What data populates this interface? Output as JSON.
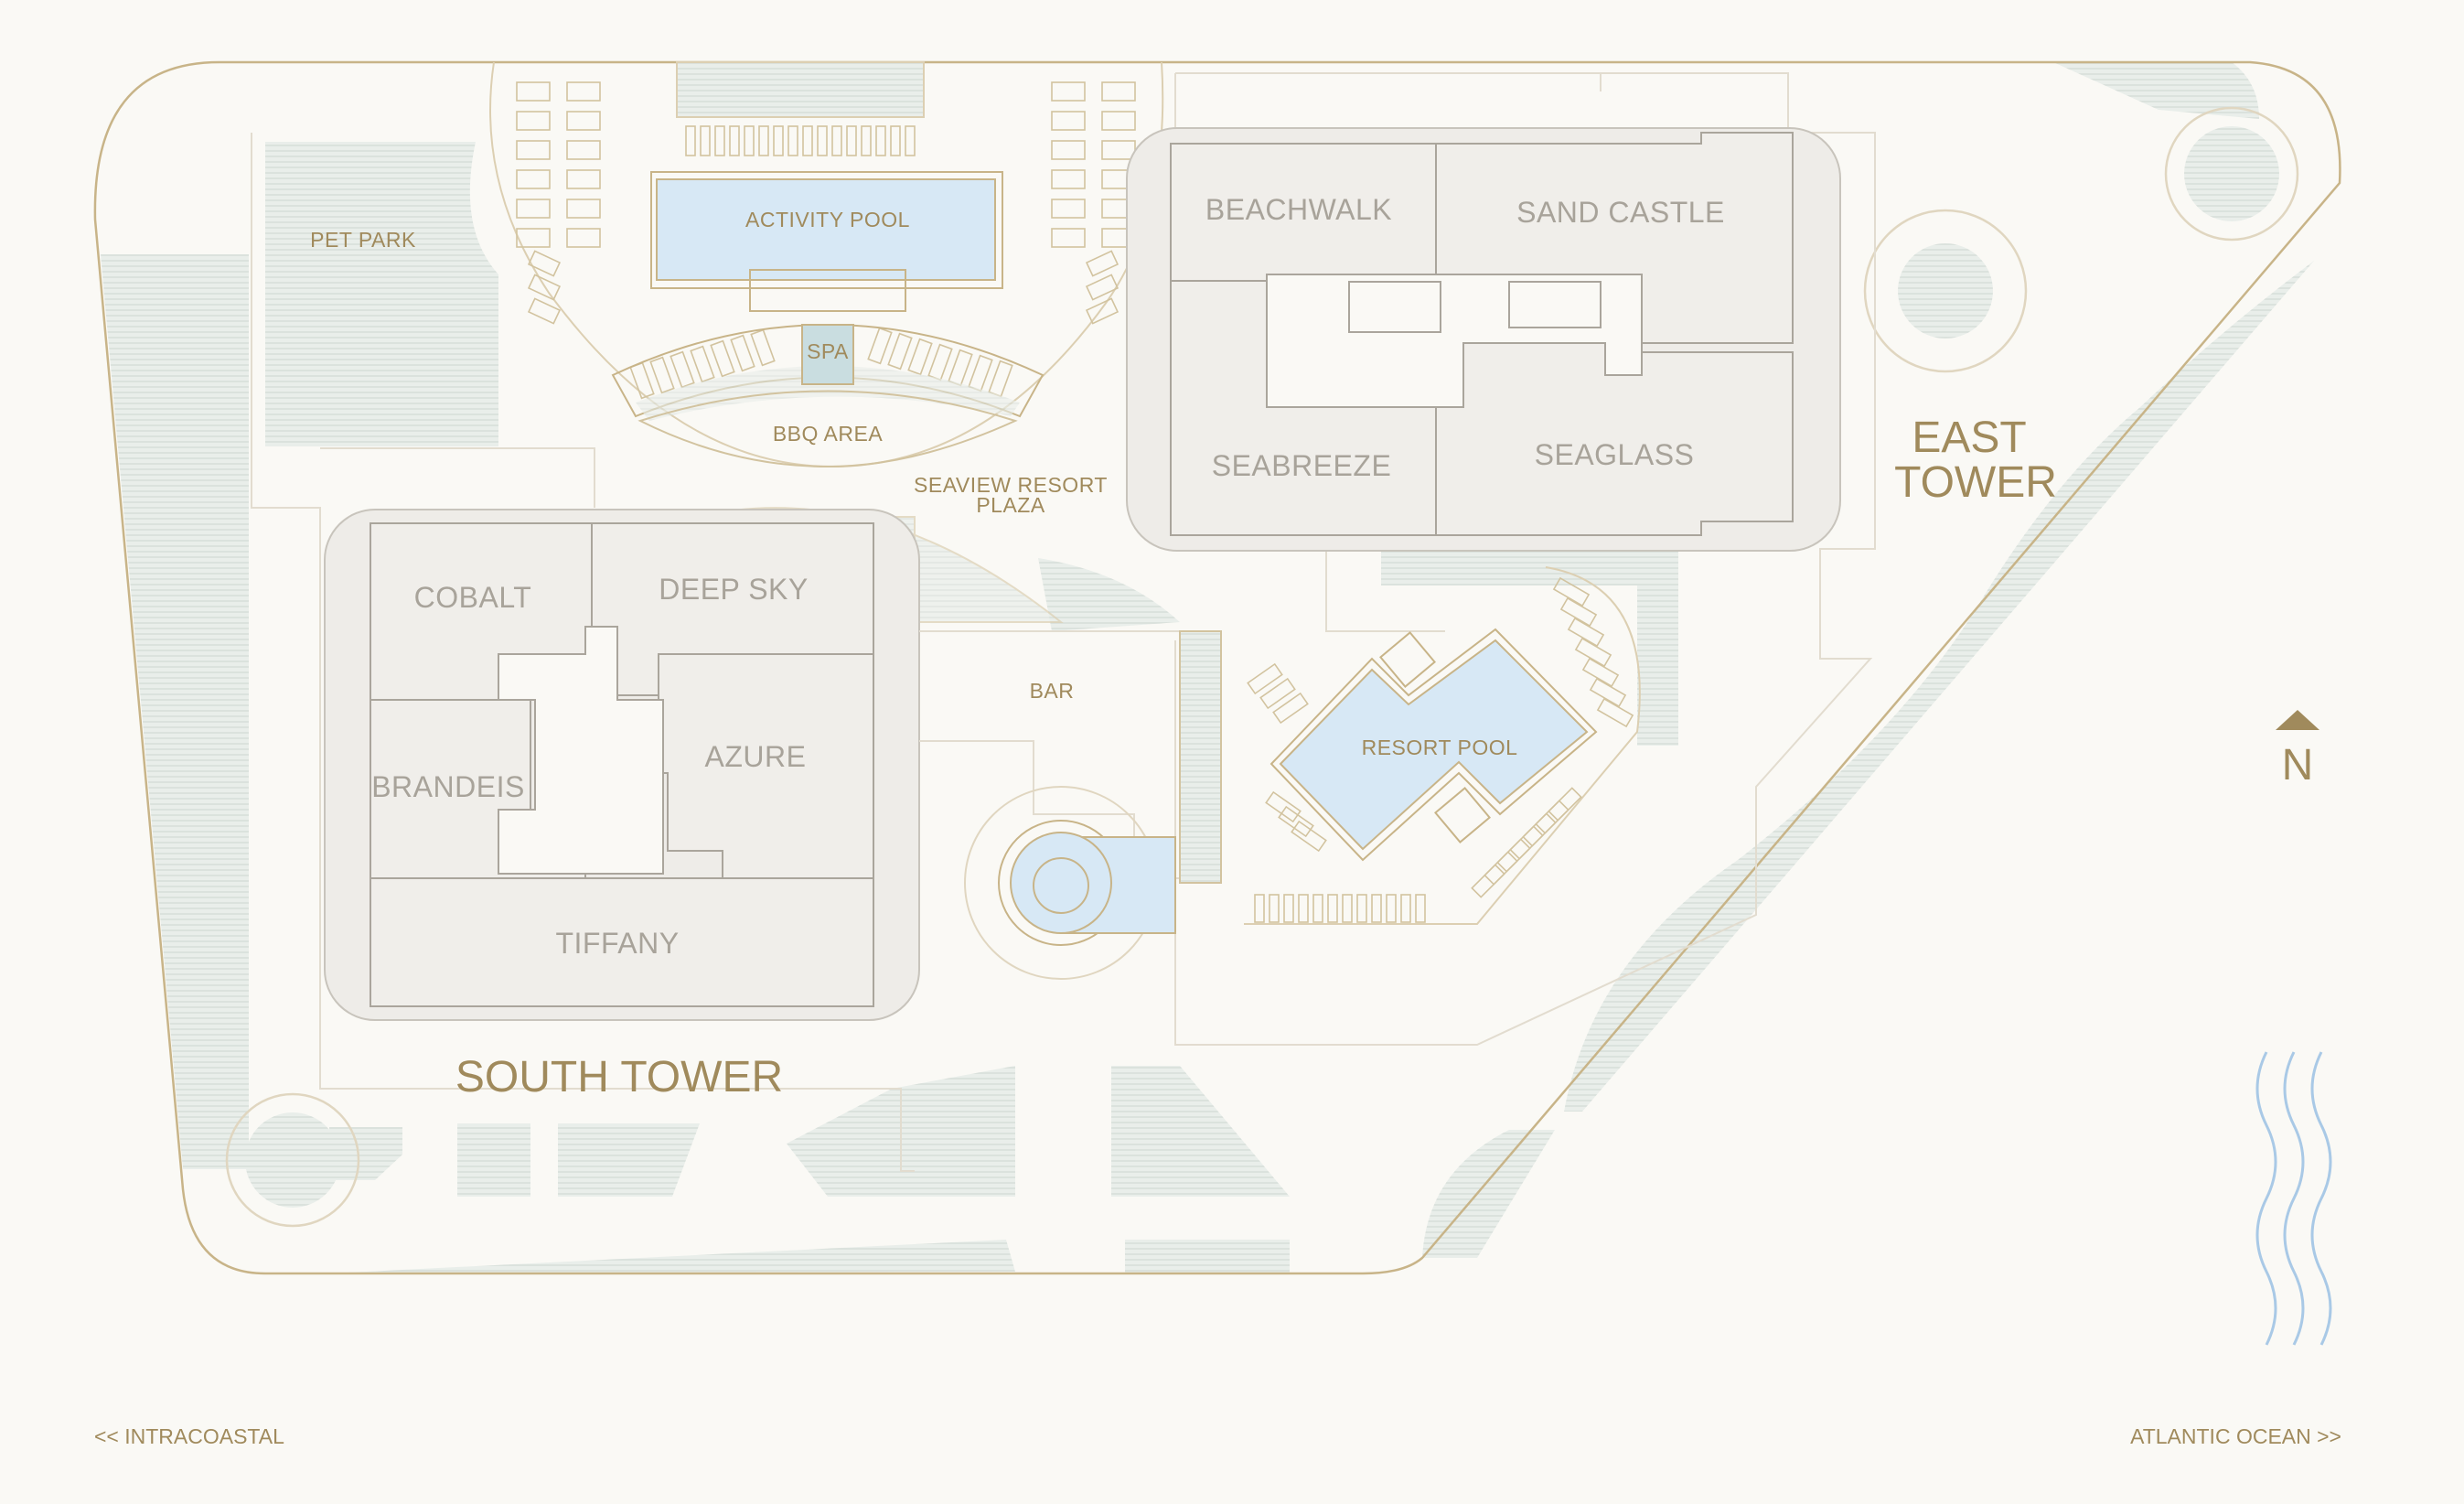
{
  "map": {
    "towers": {
      "south": "SOUTH TOWER",
      "east_line1": "EAST",
      "east_line2": "TOWER"
    },
    "units": {
      "beachwalk": "BEACHWALK",
      "sand_castle": "SAND CASTLE",
      "seabreeze": "SEABREEZE",
      "seaglass": "SEAGLASS",
      "cobalt": "COBALT",
      "deep_sky": "DEEP SKY",
      "brandeis": "BRANDEIS",
      "azure": "AZURE",
      "tiffany": "TIFFANY"
    },
    "amenities": {
      "pet_park": "PET PARK",
      "activity_pool": "ACTIVITY POOL",
      "spa": "SPA",
      "bbq_area": "BBQ AREA",
      "plaza_line1": "SEAVIEW RESORT",
      "plaza_line2": "PLAZA",
      "bar": "BAR",
      "resort_pool": "RESORT POOL"
    },
    "compass": {
      "label": "N"
    },
    "directions": {
      "west": "<< INTRACOASTAL",
      "east": "ATLANTIC OCEAN >>"
    },
    "colors": {
      "background": "#faf9f5",
      "gold": "#a08a5c",
      "building": "#f0eeea",
      "water": "#d7e8f5",
      "landscape": "#dfe6e1"
    }
  }
}
